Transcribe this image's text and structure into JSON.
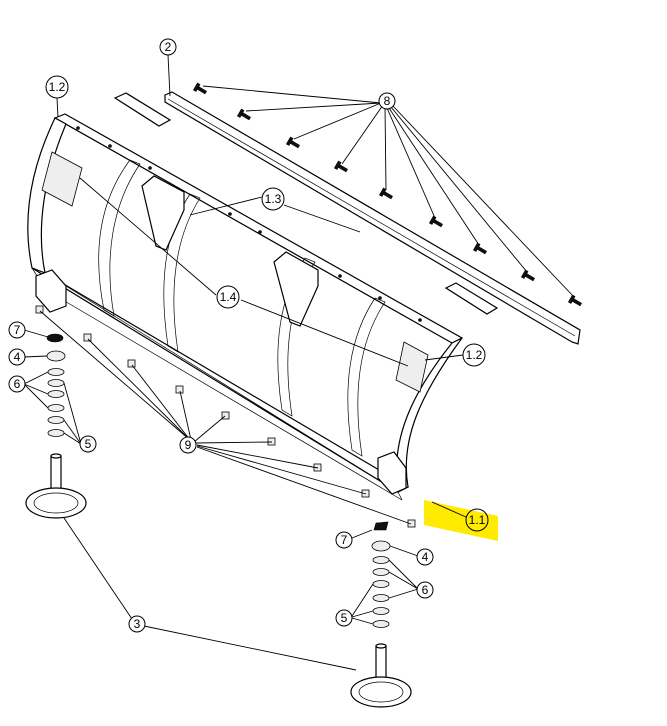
{
  "callouts": {
    "c_1_1": "1.1",
    "c_1_2_top": "1.2",
    "c_1_2_right": "1.2",
    "c_1_3": "1.3",
    "c_1_4": "1.4",
    "c_2": "2",
    "c_3": "3",
    "c_4_left": "4",
    "c_4_right": "4",
    "c_5_left": "5",
    "c_5_right": "5",
    "c_6_left": "6",
    "c_6_right": "6",
    "c_7_left": "7",
    "c_7_right": "7",
    "c_8": "8",
    "c_9": "9"
  },
  "colors": {
    "highlight": "#ffeb00",
    "line": "#000000",
    "background": "#ffffff"
  }
}
